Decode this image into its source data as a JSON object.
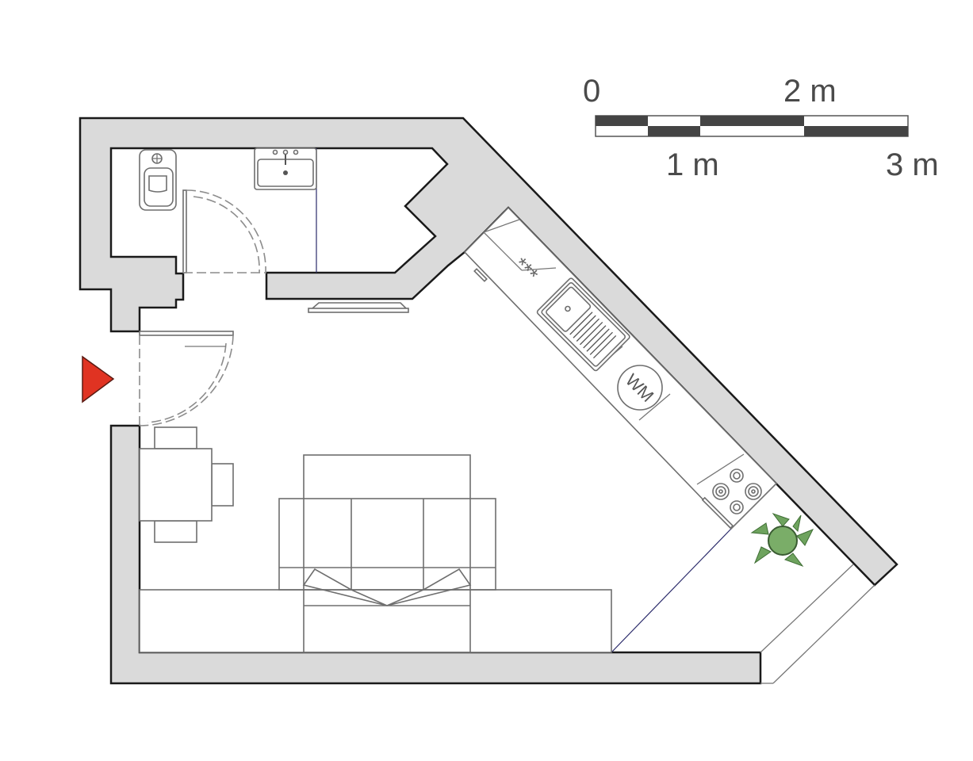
{
  "title": "Studio apartment floor plan",
  "scale_bar": {
    "labels_top": [
      "0",
      "2 m"
    ],
    "labels_bottom": [
      "1 m",
      "3 m"
    ],
    "units": "m",
    "max": 3,
    "colors": {
      "dark": "#444444",
      "light": "#ffffff"
    }
  },
  "entrance_marker": {
    "icon": "entrance-arrow-icon",
    "color": "#e03322"
  },
  "rooms": [
    {
      "name": "bathroom",
      "fixtures": [
        "toilet",
        "washbasin",
        "door-swing"
      ]
    },
    {
      "name": "main-room",
      "fixtures": [
        "entrance-door",
        "dining-table",
        "chairs",
        "sofa-bed",
        "radiator"
      ]
    },
    {
      "name": "kitchen",
      "fixtures": [
        "cabinet",
        "sink-with-drainer",
        "washing-machine",
        "cabinet",
        "cooktop",
        "plant"
      ]
    },
    {
      "name": "balcony",
      "fixtures": []
    }
  ],
  "symbols": {
    "washing_machine_label": "WM",
    "fridge_symbol": "***"
  },
  "colors": {
    "wall_fill": "#dadada",
    "wall_stroke": "#1a1a1a",
    "furniture_stroke": "#6e6e6e",
    "plant": "#5e9a4e"
  }
}
